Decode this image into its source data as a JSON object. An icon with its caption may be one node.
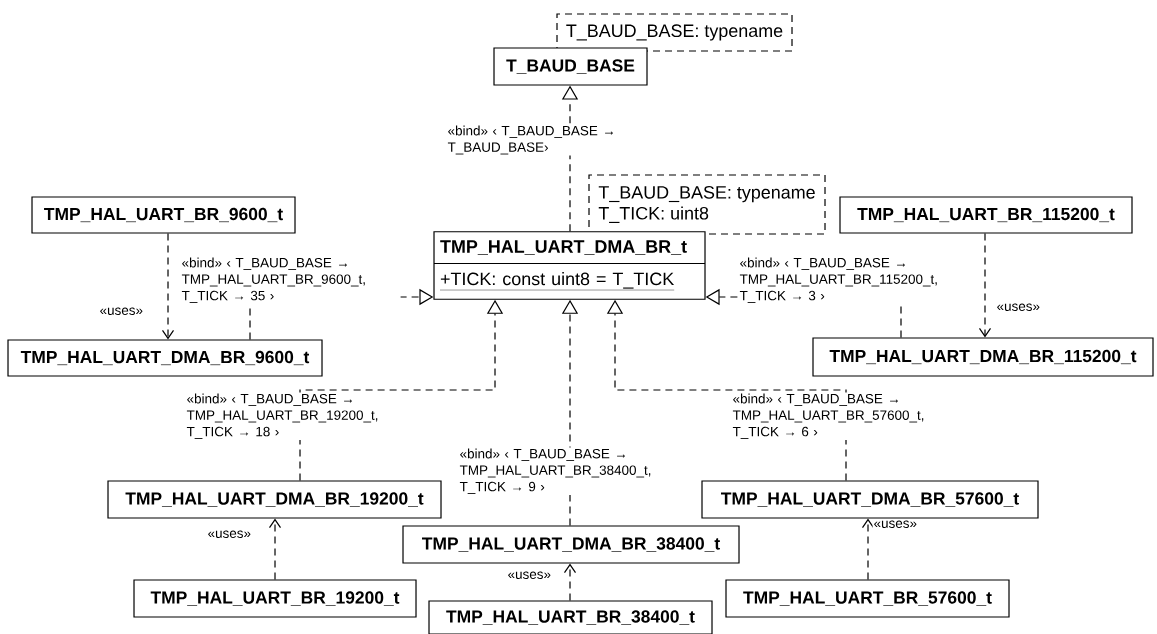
{
  "diagram": {
    "nodes": [
      {
        "text": [
          "T_BAUD_BASE: typename"
        ]
      },
      {
        "text": [
          "T_BAUD_BASE"
        ]
      },
      {
        "text": [
          "T_BAUD_BASE: typename",
          "T_TICK: uint8"
        ]
      },
      {
        "text": [
          "TMP_HAL_UART_DMA_BR_t",
          "+TICK: const uint8 = T_TICK"
        ]
      },
      {
        "text": [
          "TMP_HAL_UART_BR_9600_t"
        ]
      },
      {
        "text": [
          "TMP_HAL_UART_DMA_BR_9600_t"
        ]
      },
      {
        "text": [
          "TMP_HAL_UART_BR_115200_t"
        ]
      },
      {
        "text": [
          "TMP_HAL_UART_DMA_BR_115200_t"
        ]
      },
      {
        "text": [
          "TMP_HAL_UART_DMA_BR_19200_t"
        ]
      },
      {
        "text": [
          "TMP_HAL_UART_BR_19200_t"
        ]
      },
      {
        "text": [
          "TMP_HAL_UART_DMA_BR_38400_t"
        ]
      },
      {
        "text": [
          "TMP_HAL_UART_BR_38400_t"
        ]
      },
      {
        "text": [
          "TMP_HAL_UART_DMA_BR_57600_t"
        ]
      },
      {
        "text": [
          "TMP_HAL_UART_BR_57600_t"
        ]
      }
    ],
    "edges": [
      {
        "from": 3,
        "to": 1,
        "arrow": "to",
        "style": "dashed",
        "label": "«bind» ‹ T_BAUD_BASE → T_BAUD_BASE›"
      },
      {
        "from": 5,
        "to": 3,
        "arrow": "to",
        "style": "dashed",
        "label": "«bind» ‹ T_BAUD_BASE → TMP_HAL_UART_BR_9600_t, T_TICK → 35 ›"
      },
      {
        "from": 7,
        "to": 3,
        "arrow": "to",
        "style": "dashed",
        "label": "«bind» ‹ T_BAUD_BASE → TMP_HAL_UART_BR_115200_t, T_TICK → 3 ›"
      },
      {
        "from": 8,
        "to": 3,
        "arrow": "to",
        "style": "dashed",
        "label": "«bind» ‹ T_BAUD_BASE → TMP_HAL_UART_BR_19200_t, T_TICK → 18 ›"
      },
      {
        "from": 10,
        "to": 3,
        "arrow": "to",
        "style": "dashed",
        "label": "«bind» ‹ T_BAUD_BASE → TMP_HAL_UART_BR_38400_t, T_TICK → 9 ›"
      },
      {
        "from": 12,
        "to": 3,
        "arrow": "to",
        "style": "dashed",
        "label": "«bind» ‹ T_BAUD_BASE → TMP_HAL_UART_BR_57600_t, T_TICK → 6 ›"
      },
      {
        "from": 4,
        "to": 5,
        "arrow": "to",
        "style": "dashed",
        "label": "«uses»"
      },
      {
        "from": 6,
        "to": 7,
        "arrow": "to",
        "style": "dashed",
        "label": "«uses»"
      },
      {
        "from": 9,
        "to": 8,
        "arrow": "to",
        "style": "dashed",
        "label": "«uses»"
      },
      {
        "from": 11,
        "to": 10,
        "arrow": "to",
        "style": "dashed",
        "label": "«uses»"
      },
      {
        "from": 13,
        "to": 12,
        "arrow": "to",
        "style": "dashed",
        "label": "«uses»"
      }
    ]
  }
}
